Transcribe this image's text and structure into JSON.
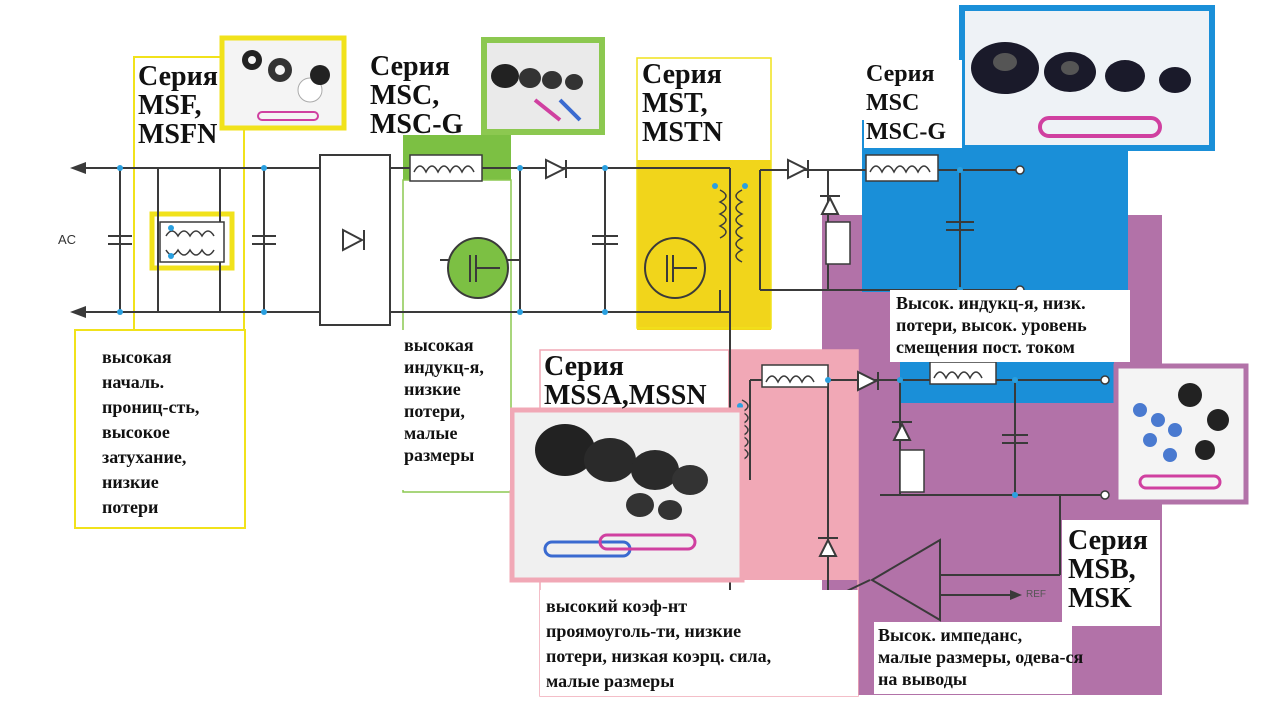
{
  "diagram": {
    "ac_label": "AC",
    "ref_label": "REF",
    "msf": {
      "title": [
        "Серия",
        " MSF,",
        "MSFN"
      ],
      "desc": [
        "высокая",
        "началь.",
        "прониц-сть,",
        "высокое",
        "затухание,",
        "низкие",
        "потери"
      ]
    },
    "msc_left": {
      "title": [
        "Серия",
        "MSC,",
        "MSC-G"
      ],
      "desc": [
        "высокая",
        "индукц-я,",
        "низкие",
        "потери,",
        "малые",
        " размеры"
      ]
    },
    "mst": {
      "title": [
        "Серия",
        "MST,",
        "MSTN"
      ]
    },
    "msc_right": {
      "title": [
        "Серия",
        "MSC",
        "MSC-G"
      ],
      "desc": [
        "Высок. индукц-я, низк.",
        "потери, высок. уровень",
        "смещения пост. током"
      ]
    },
    "mssa": {
      "title": [
        "Серия",
        "MSSA,MSSN"
      ],
      "desc": [
        "высокий коэф-нт",
        "проямоуголь-ти, низкие",
        "потери, низкая коэрц. сила,",
        "малые размеры"
      ]
    },
    "msb": {
      "title": [
        "Серия",
        "MSB,",
        "MSK"
      ],
      "desc": [
        "Высок. импеданс,",
        "малые размеры, одева-ся",
        " на выводы"
      ]
    }
  },
  "colors": {
    "yellow": "#f1d51b",
    "green": "#7cc043",
    "blue": "#1a8fd8",
    "purple": "#b272a8",
    "pink": "#f1a8b6",
    "line": "#3a3a3a",
    "node": "#2aa0e0"
  }
}
